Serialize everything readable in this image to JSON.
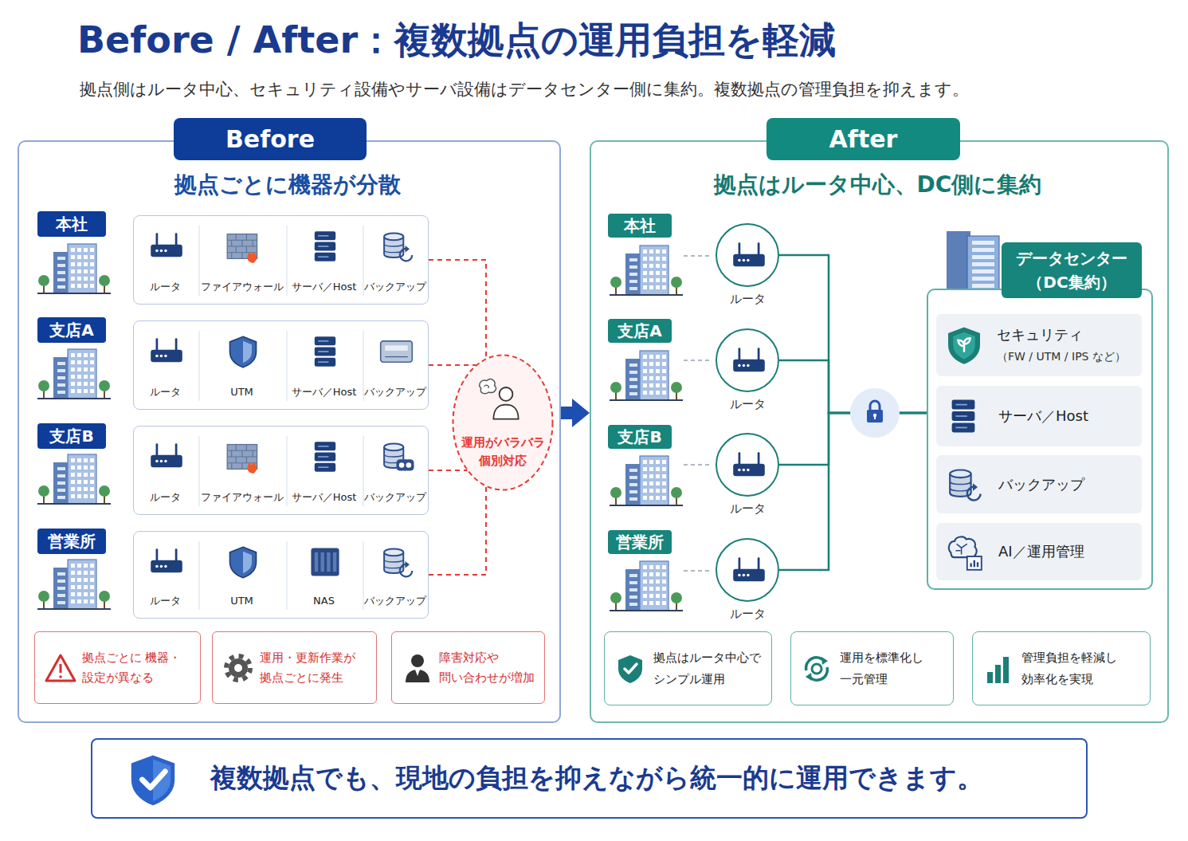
{
  "diagram": {
    "title": "Before / After：複数拠点の運用負担を軽減",
    "caption": "拠点側はルータ中心、セキュリティ設備やサーバ設備はデータセンター側に集約。複数拠点の管理負担を抑えます。",
    "nodes": [
      {
        "text": [
          "Before",
          "拠点ごとに機器が分散"
        ]
      },
      {
        "text": [
          "本社"
        ],
        "in": 0
      },
      {
        "text": [
          "ルータ",
          "ファイアウォール",
          "サーバ／Host",
          "バックアップ"
        ],
        "in": 0
      },
      {
        "text": [
          "支店A"
        ],
        "in": 0
      },
      {
        "text": [
          "ルータ",
          "UTM",
          "サーバ／Host",
          "バックアップ"
        ],
        "in": 0
      },
      {
        "text": [
          "支店B"
        ],
        "in": 0
      },
      {
        "text": [
          "ルータ",
          "ファイアウォール",
          "サーバ／Host",
          "バックアップ"
        ],
        "in": 0
      },
      {
        "text": [
          "営業所"
        ],
        "in": 0
      },
      {
        "text": [
          "ルータ",
          "UTM",
          "NAS",
          "バックアップ"
        ],
        "in": 0
      },
      {
        "text": [
          "運用がバラバラ 個別対応"
        ],
        "in": 0
      },
      {
        "text": [
          "拠点ごとに 機器・設定が異なる"
        ],
        "in": 0
      },
      {
        "text": [
          "運用・更新作業が 拠点ごとに発生"
        ],
        "in": 0
      },
      {
        "text": [
          "障害対応や 問い合わせが増加"
        ],
        "in": 0
      },
      {
        "text": [
          "After",
          "拠点はルータ中心、DC側に集約"
        ]
      },
      {
        "text": [
          "本社"
        ],
        "in": 13
      },
      {
        "text": [
          "ルータ"
        ],
        "in": 13
      },
      {
        "text": [
          "支店A"
        ],
        "in": 13
      },
      {
        "text": [
          "ルータ"
        ],
        "in": 13
      },
      {
        "text": [
          "支店B"
        ],
        "in": 13
      },
      {
        "text": [
          "ルータ"
        ],
        "in": 13
      },
      {
        "text": [
          "営業所"
        ],
        "in": 13
      },
      {
        "text": [
          "ルータ"
        ],
        "in": 13
      },
      {
        "text": [
          "データセンター （DC集約）"
        ],
        "in": 13
      },
      {
        "text": [
          "セキュリティ",
          "（FW / UTM / IPS など）"
        ],
        "in": 22
      },
      {
        "text": [
          "サーバ／Host"
        ],
        "in": 22
      },
      {
        "text": [
          "バックアップ"
        ],
        "in": 22
      },
      {
        "text": [
          "AI／運用管理"
        ],
        "in": 22
      },
      {
        "text": [
          "拠点はルータ中心で シンプル運用"
        ],
        "in": 13
      },
      {
        "text": [
          "運用を標準化し 一元管理"
        ],
        "in": 13
      },
      {
        "text": [
          "管理負担を軽減し 効率化を実現"
        ],
        "in": 13
      },
      {
        "text": [
          "複数拠点でも、現地の負担を抑えながら統一的に運用できます。"
        ]
      }
    ],
    "edges": [
      {
        "from": 2,
        "to": 9,
        "arrow": "none"
      },
      {
        "from": 4,
        "to": 9,
        "arrow": "none"
      },
      {
        "from": 6,
        "to": 9,
        "arrow": "none"
      },
      {
        "from": 8,
        "to": 9,
        "arrow": "none"
      },
      {
        "from": 0,
        "to": 13,
        "arrow": "to"
      },
      {
        "from": 15,
        "to": 22,
        "arrow": "none"
      },
      {
        "from": 17,
        "to": 22,
        "arrow": "none"
      },
      {
        "from": 19,
        "to": 22,
        "arrow": "none"
      },
      {
        "from": 21,
        "to": 22,
        "arrow": "none"
      }
    ]
  }
}
